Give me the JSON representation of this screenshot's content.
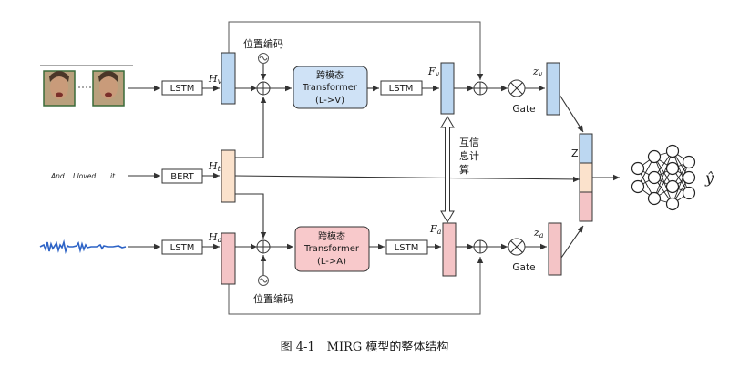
{
  "diagram": {
    "inputs": {
      "text_words": [
        "And",
        "I loved",
        "it"
      ]
    },
    "encoders": {
      "video": "LSTM",
      "text": "BERT",
      "audio": "LSTM"
    },
    "hidden": {
      "video": {
        "main": "H",
        "sub": "v"
      },
      "text": {
        "main": "H",
        "sub": "t"
      },
      "audio": {
        "main": "H",
        "sub": "a"
      }
    },
    "pos_enc_label": "位置编码",
    "transformers": {
      "v": {
        "line1": "跨模态",
        "line2": "Transformer",
        "line3": "(L->V)"
      },
      "a": {
        "line1": "跨模态",
        "line2": "Transformer",
        "line3": "(L->A)"
      }
    },
    "post_lstm": "LSTM",
    "features": {
      "v": {
        "main": "F",
        "sub": "v"
      },
      "a": {
        "main": "F",
        "sub": "a"
      }
    },
    "mutual_info": [
      "互信",
      "息计",
      "算"
    ],
    "gate_label": "Gate",
    "z": {
      "v": {
        "main": "z",
        "sub": "v"
      },
      "a": {
        "main": "z",
        "sub": "a"
      },
      "fused": "Z"
    },
    "output": {
      "main": "ŷ"
    },
    "colors": {
      "video": "#bcd7f1",
      "text": "#fbe2cc",
      "audio": "#f4c4c6",
      "transformer_v": "#cfe2f6",
      "transformer_a": "#f8c9cb"
    }
  },
  "caption": "图 4-1　MIRG 模型的整体结构"
}
